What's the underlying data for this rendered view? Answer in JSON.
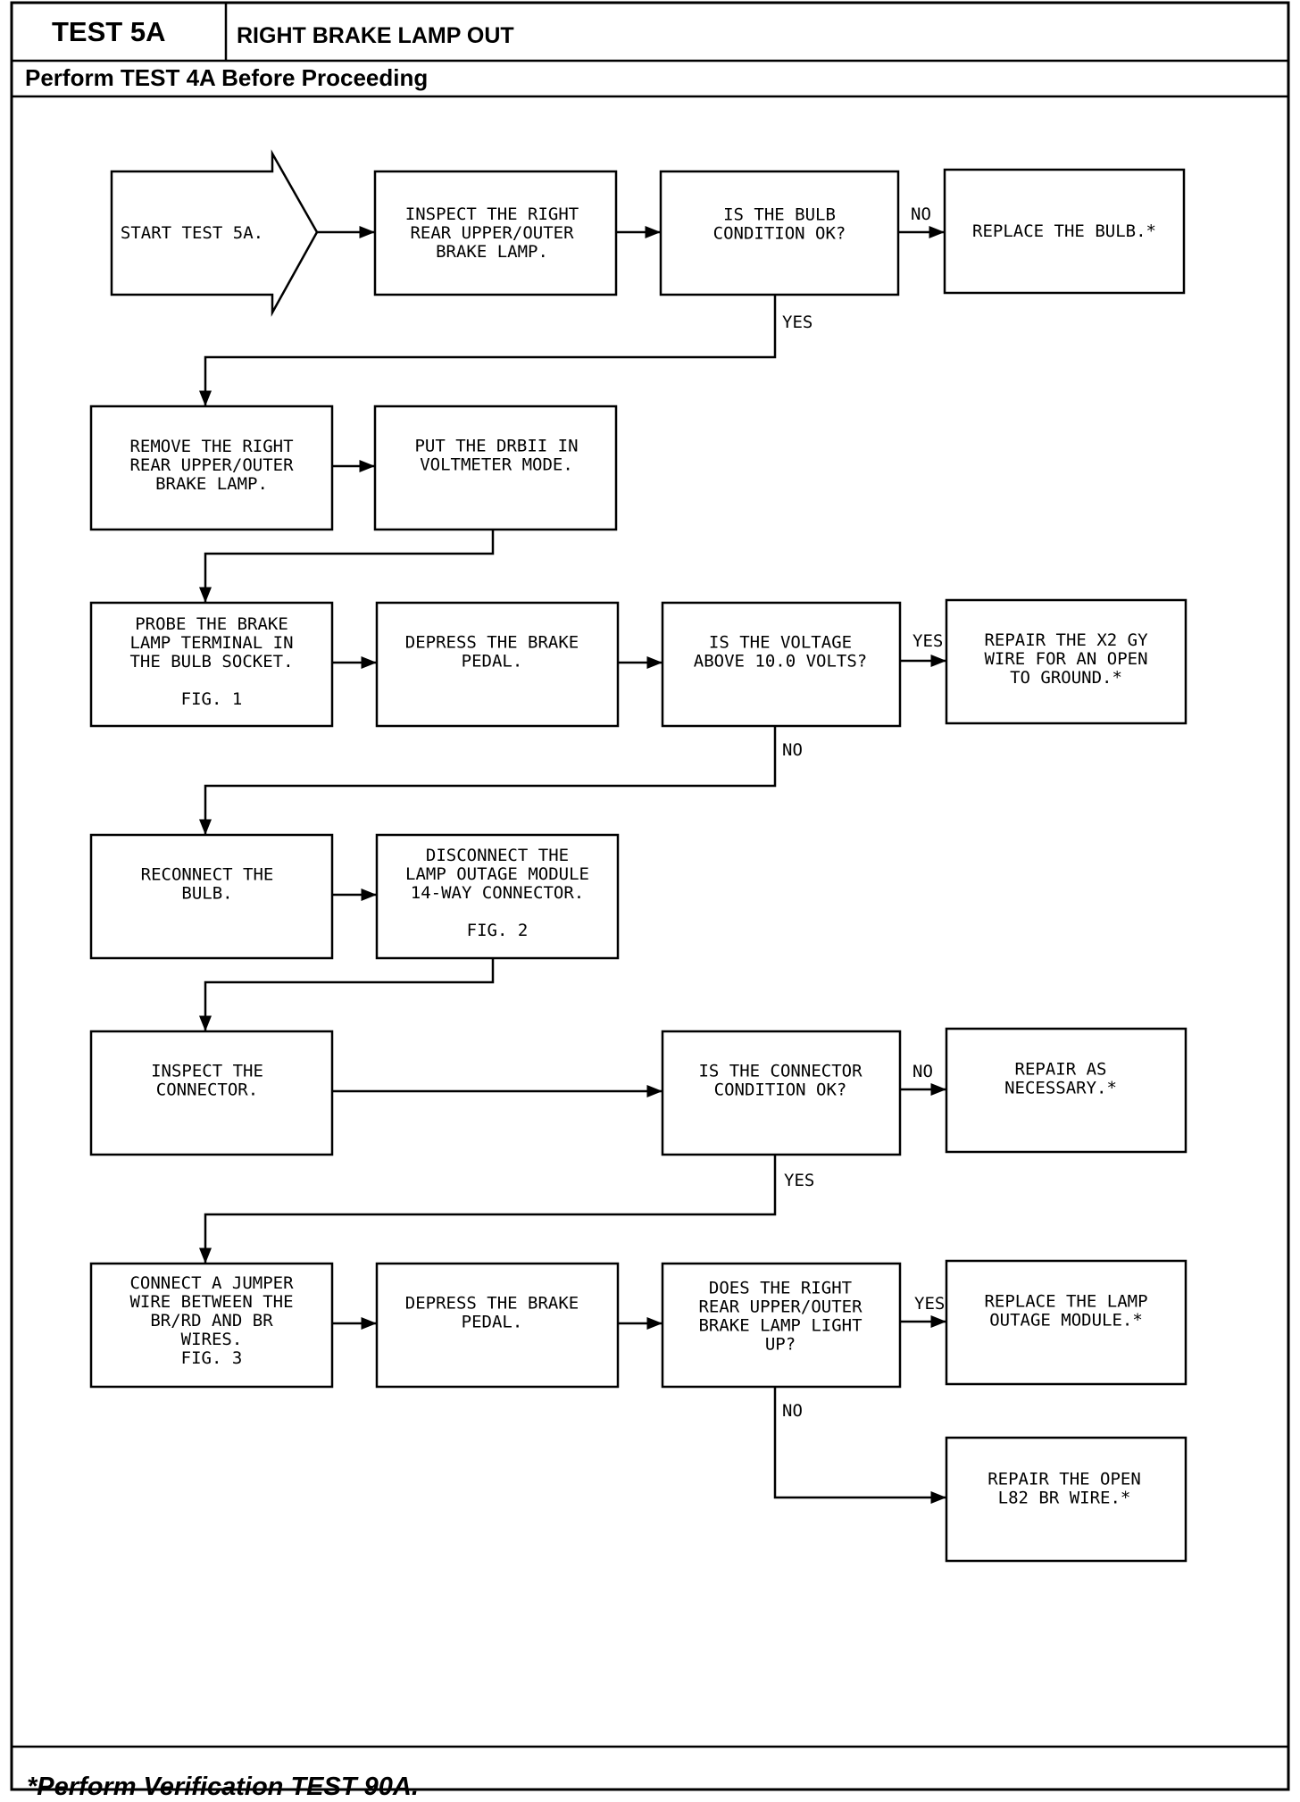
{
  "header": {
    "test_id": "TEST 5A",
    "title": "RIGHT BRAKE LAMP OUT",
    "prerequisite": "Perform TEST 4A Before Proceeding"
  },
  "footer": {
    "note": "*Perform Verification TEST 90A."
  },
  "nodes": {
    "start": [
      "START TEST 5A."
    ],
    "inspect_lamp": [
      "INSPECT THE RIGHT",
      "REAR UPPER/OUTER",
      "BRAKE LAMP."
    ],
    "q_bulb": [
      "IS THE BULB",
      "CONDITION OK?"
    ],
    "replace_bulb": [
      "REPLACE THE BULB.*"
    ],
    "remove_lamp": [
      "REMOVE THE RIGHT",
      "REAR UPPER/OUTER",
      "BRAKE LAMP."
    ],
    "drbii": [
      "PUT THE DRBII IN",
      "VOLTMETER MODE."
    ],
    "probe": [
      "PROBE THE BRAKE",
      "LAMP TERMINAL IN",
      "THE BULB SOCKET.",
      "",
      "FIG. 1"
    ],
    "depress1": [
      "DEPRESS THE BRAKE",
      "PEDAL."
    ],
    "q_voltage": [
      "IS THE VOLTAGE",
      "ABOVE 10.0 VOLTS?"
    ],
    "repair_x2": [
      "REPAIR THE X2 GY",
      "WIRE FOR AN OPEN",
      "TO GROUND.*"
    ],
    "reconnect": [
      "RECONNECT THE",
      "BULB."
    ],
    "disconnect": [
      "DISCONNECT THE",
      "LAMP OUTAGE MODULE",
      "14-WAY CONNECTOR.",
      "",
      "FIG. 2"
    ],
    "inspect_conn": [
      "INSPECT THE",
      "CONNECTOR."
    ],
    "q_connector": [
      "IS THE CONNECTOR",
      "CONDITION OK?"
    ],
    "repair_nec": [
      "REPAIR AS",
      "NECESSARY.*"
    ],
    "jumper": [
      "CONNECT A JUMPER",
      "WIRE BETWEEN THE",
      "BR/RD AND BR",
      "WIRES.",
      "FIG. 3"
    ],
    "depress2": [
      "DEPRESS THE BRAKE",
      "PEDAL."
    ],
    "q_light": [
      "DOES THE RIGHT",
      "REAR UPPER/OUTER",
      "BRAKE LAMP LIGHT",
      "UP?"
    ],
    "replace_module": [
      "REPLACE THE LAMP",
      "OUTAGE MODULE.*"
    ],
    "repair_l82": [
      "REPAIR THE OPEN",
      "L82 BR WIRE.*"
    ]
  },
  "edge_labels": {
    "bulb_no": "NO",
    "bulb_yes": "YES",
    "voltage_yes": "YES",
    "voltage_no": "NO",
    "connector_no": "NO",
    "connector_yes": "YES",
    "light_yes": "YES",
    "light_no": "NO"
  }
}
